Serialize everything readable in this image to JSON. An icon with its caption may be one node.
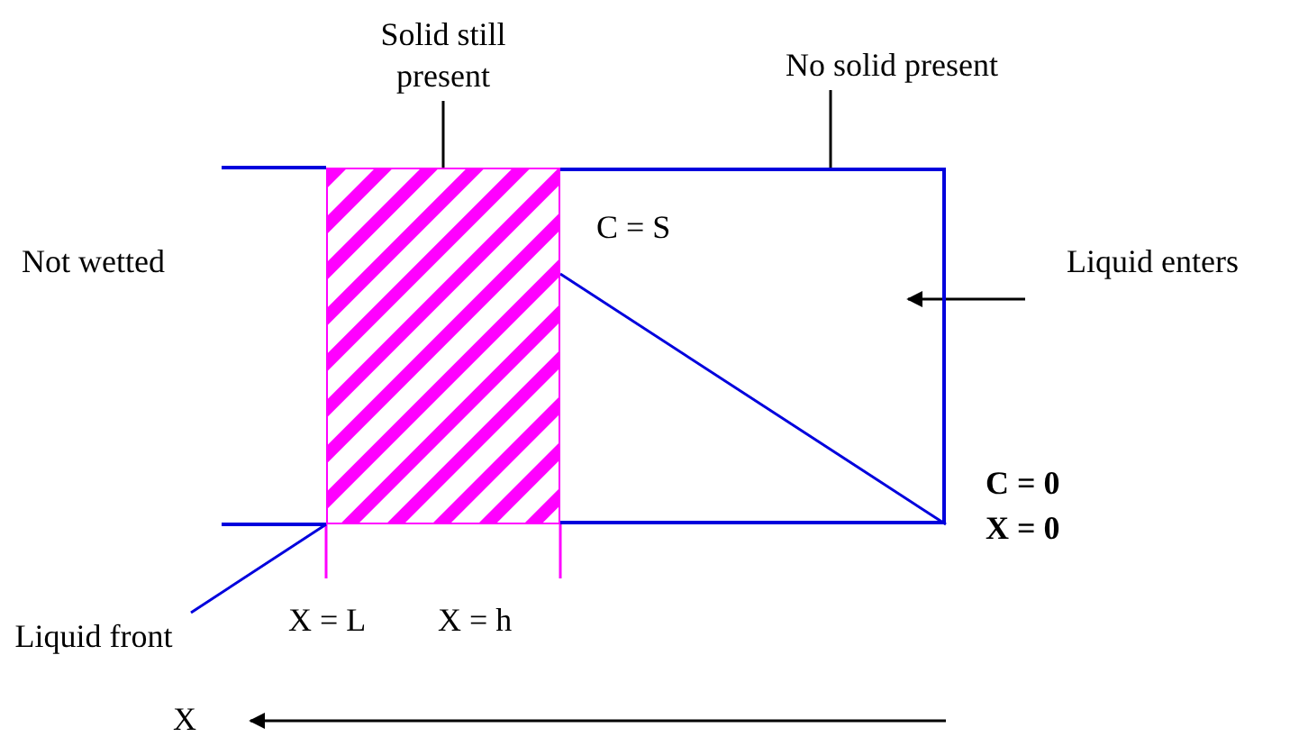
{
  "diagram": {
    "nodes": [
      {
        "text": [
          "Solid still present"
        ]
      },
      {
        "text": [],
        "shape": "box"
      },
      {
        "text": [
          "No solid present"
        ]
      },
      {
        "text": [],
        "shape": "box"
      },
      {
        "text": [
          "Liquid front"
        ]
      }
    ],
    "edges": [
      {
        "from": 0,
        "to": 1,
        "arrow": "none"
      },
      {
        "from": 2,
        "to": 3,
        "arrow": "none"
      },
      {
        "from": 4,
        "to": 1,
        "arrow": "none",
        "color": "#0000dd"
      }
    ],
    "labels": [
      "Not wetted",
      "C = S",
      "Liquid enters",
      "C = 0",
      "X = 0",
      "X = L",
      "X = h",
      "X"
    ]
  }
}
